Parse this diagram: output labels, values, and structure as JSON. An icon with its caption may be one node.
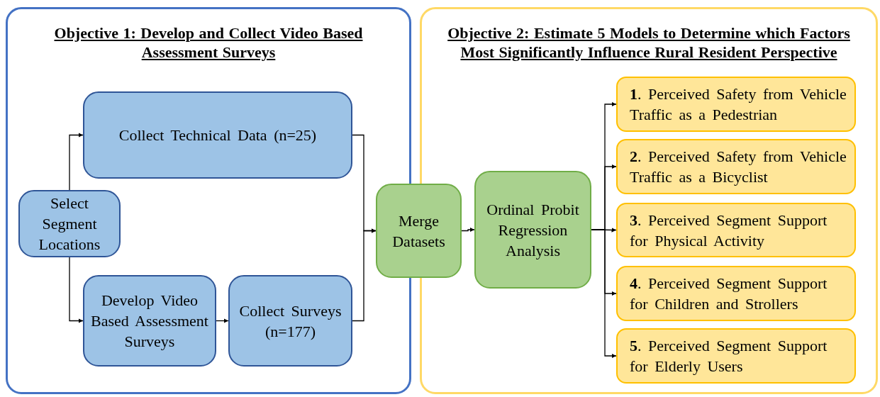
{
  "diagram": {
    "nodes": [
      {
        "text": [
          "Objective 1: Develop and Collect Video Based Assessment Surveys"
        ]
      },
      {
        "text": [
          "Objective 2: Estimate 5 Models to Determine which Factors Most Significantly Influence Rural Resident Perspective"
        ]
      },
      {
        "text": [
          "Select Segment Locations"
        ],
        "in": 0
      },
      {
        "text": [
          "Collect Technical Data (n=25)"
        ],
        "in": 0
      },
      {
        "text": [
          "Develop Video Based Assessment Surveys"
        ],
        "in": 0
      },
      {
        "text": [
          "Collect Surveys (n=177)"
        ],
        "in": 0
      },
      {
        "text": [
          "Merge Datasets"
        ]
      },
      {
        "text": [
          "Ordinal Probit Regression Analysis"
        ],
        "in": 1
      },
      {
        "text": [
          "**1**. Perceived Safety from Vehicle Traffic as a Pedestrian"
        ],
        "in": 1
      },
      {
        "text": [
          "**2**. Perceived Safety from Vehicle Traffic as a Bicyclist"
        ],
        "in": 1
      },
      {
        "text": [
          "**3**. Perceived Segment Support for Physical Activity"
        ],
        "in": 1
      },
      {
        "text": [
          "**4**. Perceived Segment Support for Children and Strollers"
        ],
        "in": 1
      },
      {
        "text": [
          "**5**. Perceived Segment Support for Elderly Users"
        ],
        "in": 1
      }
    ],
    "edges": [
      {
        "from": 2,
        "to": 3,
        "arrow": "to"
      },
      {
        "from": 2,
        "to": 4,
        "arrow": "to"
      },
      {
        "from": 4,
        "to": 5,
        "arrow": "to"
      },
      {
        "from": 3,
        "to": 6,
        "arrow": "to"
      },
      {
        "from": 5,
        "to": 6,
        "arrow": "to"
      },
      {
        "from": 6,
        "to": 7,
        "arrow": "to"
      },
      {
        "from": 7,
        "to": 8,
        "arrow": "to"
      },
      {
        "from": 7,
        "to": 9,
        "arrow": "to"
      },
      {
        "from": 7,
        "to": 10,
        "arrow": "to"
      },
      {
        "from": 7,
        "to": 11,
        "arrow": "to"
      },
      {
        "from": 7,
        "to": 12,
        "arrow": "to"
      }
    ]
  }
}
